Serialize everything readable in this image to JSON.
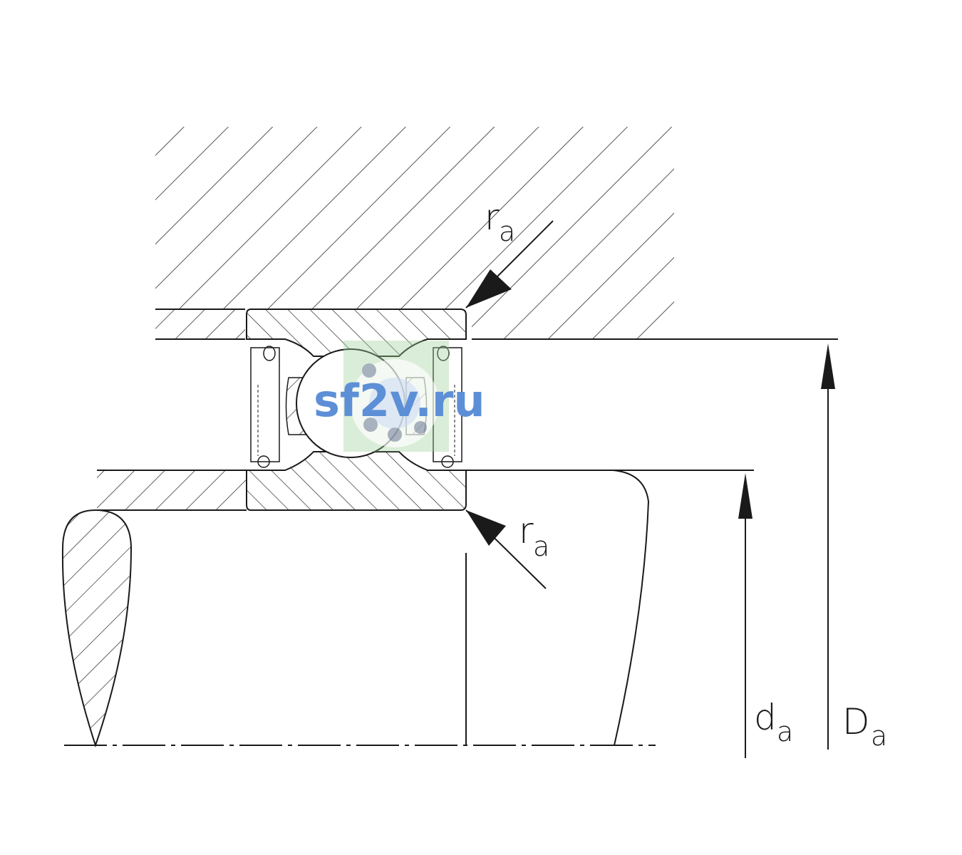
{
  "labels": {
    "ra_top_main": "r",
    "ra_top_sub": "a",
    "ra_bottom_main": "r",
    "ra_bottom_sub": "a",
    "da_main": "d",
    "da_sub": "a",
    "Da_main": "D",
    "Da_sub": "a"
  },
  "watermark": {
    "text": "sf2v.ru"
  },
  "colors": {
    "line": "#1a1a1a",
    "hatch": "#2a2a2a",
    "watermark_text": "#5d8fd6",
    "watermark_green": "#9fd19a",
    "watermark_ball": "#9aa4b3"
  }
}
